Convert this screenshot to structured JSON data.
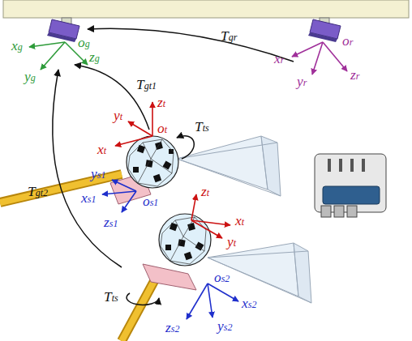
{
  "diagram": {
    "labels": [
      "xg",
      "og",
      "yg",
      "zg",
      "Tgr",
      "xr",
      "or",
      "yr",
      "zr",
      "Tgt1",
      "zt",
      "yt",
      "ot",
      "xt",
      "Tts",
      "ys1",
      "xs1",
      "os1",
      "zs1",
      "Tgt2",
      "zt",
      "xt",
      "yt",
      "Tts",
      "os2",
      "xs2",
      "zs2",
      "ys2"
    ]
  }
}
